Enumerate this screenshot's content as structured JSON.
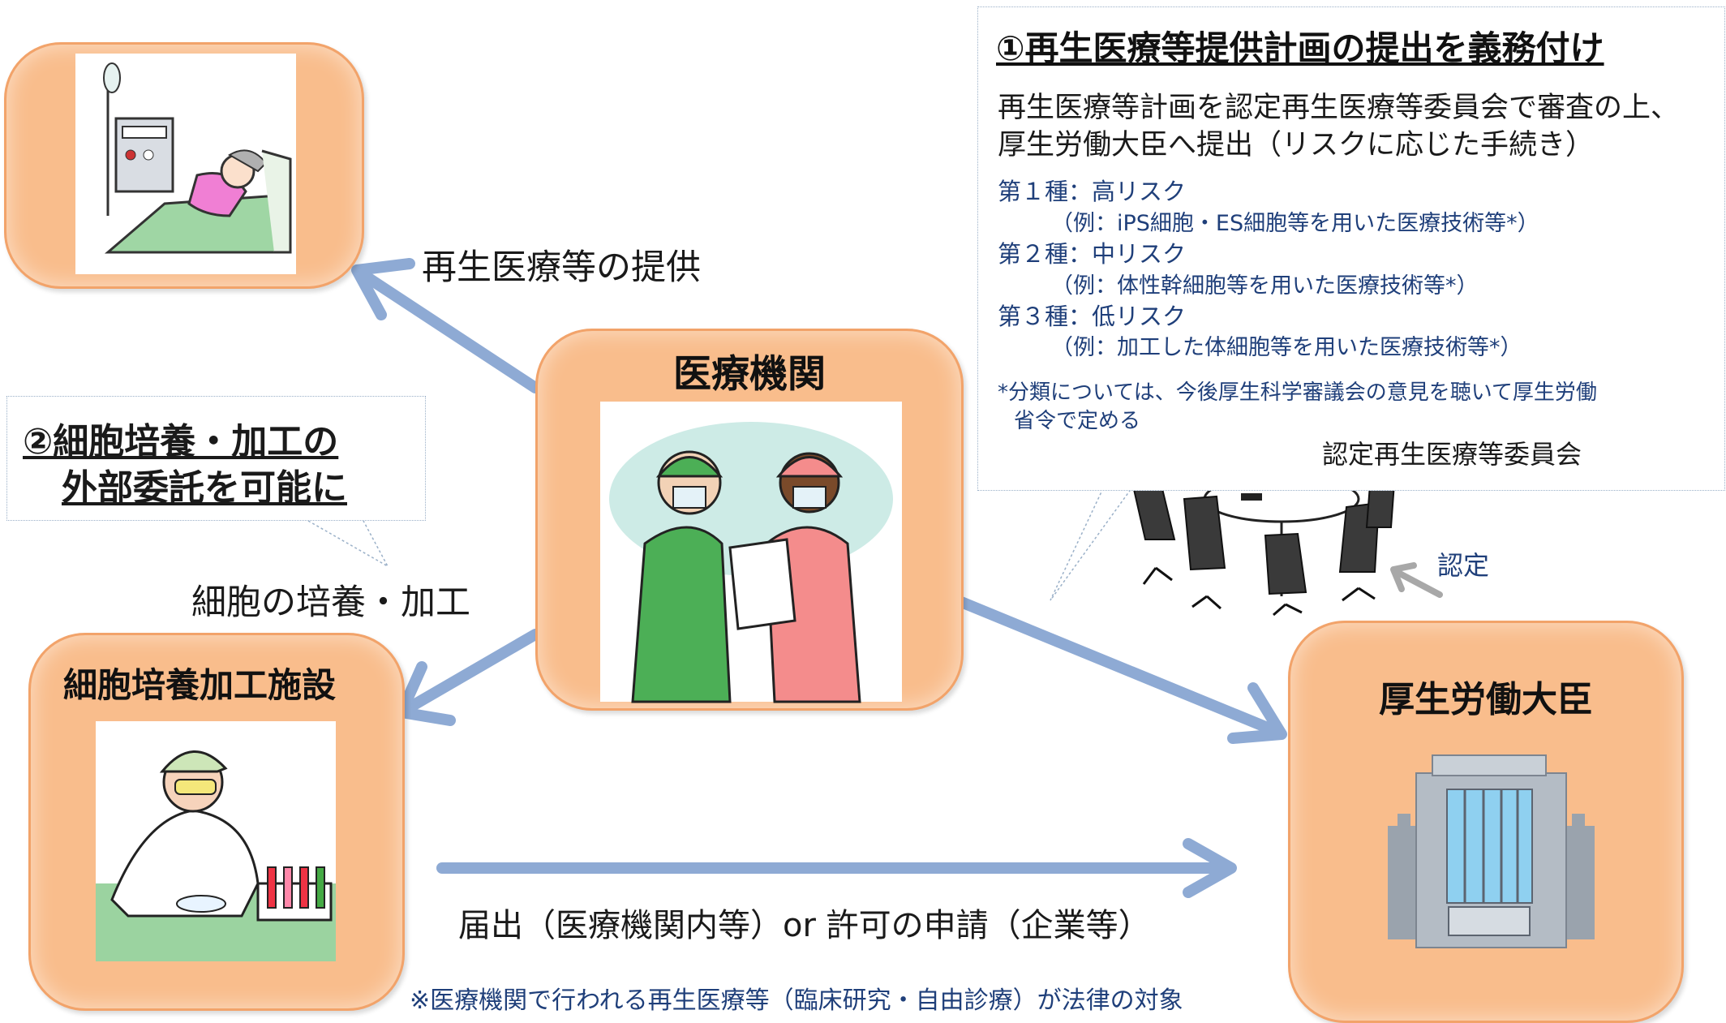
{
  "nodes": {
    "medical_institution": "医療機関",
    "cell_facility": "細胞培養加工施設",
    "minister": "厚生労働大臣"
  },
  "edges": {
    "provision": "再生医療等の提供",
    "cell_culture": "細胞の培養・加工",
    "notification": "届出（医療機関内等）or 許可の申請（企業等）",
    "certification": "認定"
  },
  "committee_label": "認定再生医療等委員会",
  "callout1": {
    "title": "①再生医療等提供計画の提出を義務付け",
    "line1": "再生医療等計画を認定再生医療等委員会で審査の上、",
    "line2": "厚生労働大臣へ提出（リスクに応じた手続き）",
    "class1": "第１種：高リスク",
    "class1_ex": "（例：iPS細胞・ES細胞等を用いた医療技術等*）",
    "class2": "第２種：中リスク",
    "class2_ex": "（例：体性幹細胞等を用いた医療技術等*）",
    "class3": "第３種：低リスク",
    "class3_ex": "（例：加工した体細胞等を用いた医療技術等*）",
    "note1": "*分類については、今後厚生科学審議会の意見を聴いて厚生労働",
    "note2": "省令で定める"
  },
  "callout2": {
    "line1": "②細胞培養・加工の",
    "line2": "外部委託を可能に"
  },
  "footnote": "※医療機関で行われる再生医療等（臨床研究・自由診療）が法律の対象",
  "colors": {
    "node_fill": "#f9bd8c",
    "arrow": "#8eaad4",
    "blue_text": "#1f3f7a"
  }
}
